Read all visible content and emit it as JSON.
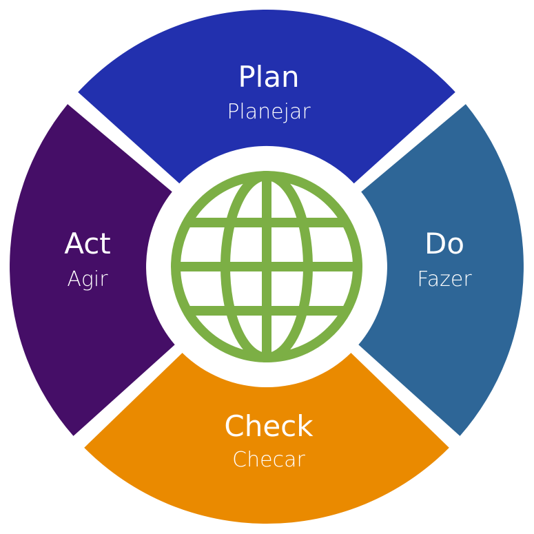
{
  "stages": {
    "plan": {
      "title": "Plan",
      "subtitle": "Planejar",
      "color": "#2230AE"
    },
    "do": {
      "title": "Do",
      "subtitle": "Fazer",
      "color": "#2E6697"
    },
    "check": {
      "title": "Check",
      "subtitle": "Checar",
      "color": "#EA8A00"
    },
    "act": {
      "title": "Act",
      "subtitle": "Agir",
      "color": "#450E67"
    }
  },
  "center": {
    "icon": "globe-icon",
    "color": "#7CAF45"
  }
}
